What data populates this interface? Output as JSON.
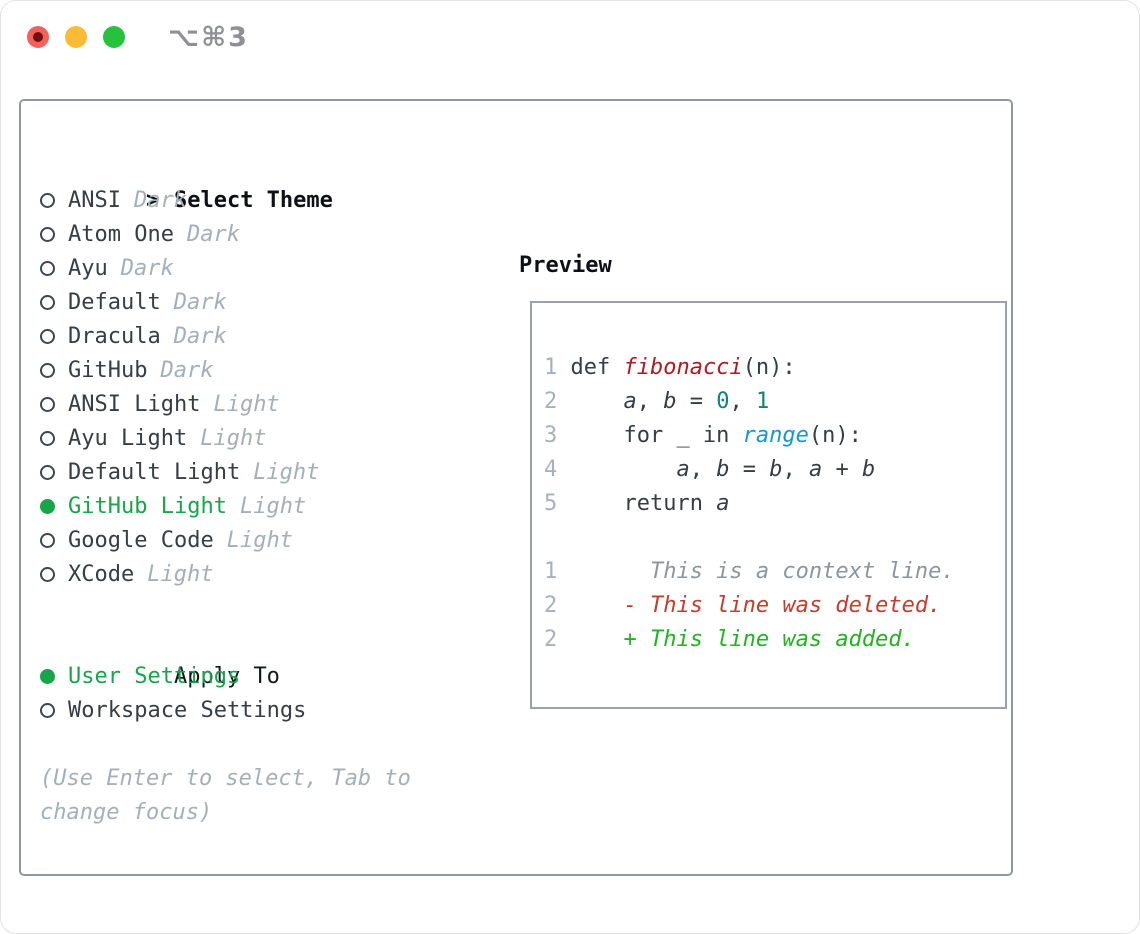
{
  "window": {
    "title": "⌥⌘3",
    "controls": [
      "close-button",
      "minimize-button",
      "zoom-button"
    ]
  },
  "select": {
    "prompt": ">",
    "title": "Select Theme",
    "items": [
      {
        "name": "ANSI",
        "variant": "Dark",
        "selected": false
      },
      {
        "name": "Atom One",
        "variant": "Dark",
        "selected": false
      },
      {
        "name": "Ayu",
        "variant": "Dark",
        "selected": false
      },
      {
        "name": "Default",
        "variant": "Dark",
        "selected": false
      },
      {
        "name": "Dracula",
        "variant": "Dark",
        "selected": false
      },
      {
        "name": "GitHub",
        "variant": "Dark",
        "selected": false
      },
      {
        "name": "ANSI Light",
        "variant": "Light",
        "selected": false
      },
      {
        "name": "Ayu Light",
        "variant": "Light",
        "selected": false
      },
      {
        "name": "Default Light",
        "variant": "Light",
        "selected": false
      },
      {
        "name": "GitHub Light",
        "variant": "Light",
        "selected": true
      },
      {
        "name": "Google Code",
        "variant": "Light",
        "selected": false
      },
      {
        "name": "XCode",
        "variant": "Light",
        "selected": false
      }
    ]
  },
  "apply": {
    "title": "Apply To",
    "items": [
      {
        "name": "User Settings",
        "selected": true
      },
      {
        "name": "Workspace Settings",
        "selected": false
      }
    ]
  },
  "hint": "(Use Enter to select, Tab to change focus)",
  "preview": {
    "title": "Preview",
    "code_lines": [
      {
        "num": "1",
        "segments": [
          [
            "p",
            "def "
          ],
          [
            "fn",
            "fibonacci"
          ],
          [
            "p",
            "(n):"
          ]
        ]
      },
      {
        "num": "2",
        "segments": [
          [
            "p",
            "    "
          ],
          [
            "v",
            "a"
          ],
          [
            "p",
            ", "
          ],
          [
            "v",
            "b"
          ],
          [
            "p",
            " = "
          ],
          [
            "nm",
            "0"
          ],
          [
            "p",
            ", "
          ],
          [
            "nm",
            "1"
          ]
        ]
      },
      {
        "num": "3",
        "segments": [
          [
            "p",
            "    for _ in "
          ],
          [
            "bi",
            "range"
          ],
          [
            "p",
            "(n):"
          ]
        ]
      },
      {
        "num": "4",
        "segments": [
          [
            "p",
            "        "
          ],
          [
            "v",
            "a"
          ],
          [
            "p",
            ", "
          ],
          [
            "v",
            "b"
          ],
          [
            "p",
            " = "
          ],
          [
            "v",
            "b"
          ],
          [
            "p",
            ", "
          ],
          [
            "v",
            "a"
          ],
          [
            "p",
            " + "
          ],
          [
            "v",
            "b"
          ]
        ]
      },
      {
        "num": "5",
        "segments": [
          [
            "p",
            "    return "
          ],
          [
            "v",
            "a"
          ]
        ]
      }
    ],
    "diff_lines": [
      {
        "num": "1",
        "segments": [
          [
            "ctx",
            "      This is a context line."
          ]
        ]
      },
      {
        "num": "2",
        "segments": [
          [
            "del",
            "    - This line was deleted."
          ]
        ]
      },
      {
        "num": "2",
        "segments": [
          [
            "add",
            "    + This line was added."
          ]
        ]
      }
    ]
  },
  "colors": {
    "selection_green": "#16a549",
    "function_red": "#b1191f",
    "builtin_blue": "#1697d3",
    "number_teal": "#10817c",
    "diff_deleted_red": "#c53b2c",
    "diff_added_green": "#1eb41e",
    "muted_gray": "#a5afba",
    "panel_border": "#8f99a6",
    "traffic_red": "#f4605a",
    "traffic_yellow": "#f9bc34",
    "traffic_green": "#27c13e"
  }
}
